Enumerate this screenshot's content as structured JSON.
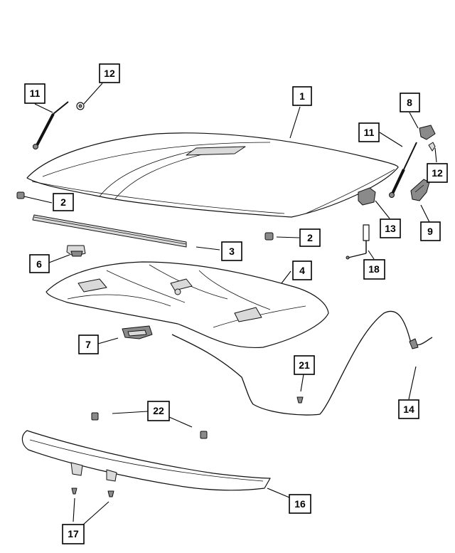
{
  "callouts": [
    {
      "id": "c1",
      "label": "1"
    },
    {
      "id": "c2a",
      "label": "2"
    },
    {
      "id": "c2b",
      "label": "2"
    },
    {
      "id": "c3",
      "label": "3"
    },
    {
      "id": "c4",
      "label": "4"
    },
    {
      "id": "c6",
      "label": "6"
    },
    {
      "id": "c7",
      "label": "7"
    },
    {
      "id": "c8",
      "label": "8"
    },
    {
      "id": "c9",
      "label": "9"
    },
    {
      "id": "c11a",
      "label": "11"
    },
    {
      "id": "c11b",
      "label": "11"
    },
    {
      "id": "c12a",
      "label": "12"
    },
    {
      "id": "c12b",
      "label": "12"
    },
    {
      "id": "c13",
      "label": "13"
    },
    {
      "id": "c14",
      "label": "14"
    },
    {
      "id": "c16",
      "label": "16"
    },
    {
      "id": "c17",
      "label": "17"
    },
    {
      "id": "c18",
      "label": "18"
    },
    {
      "id": "c21",
      "label": "21"
    },
    {
      "id": "c22",
      "label": "22"
    }
  ]
}
